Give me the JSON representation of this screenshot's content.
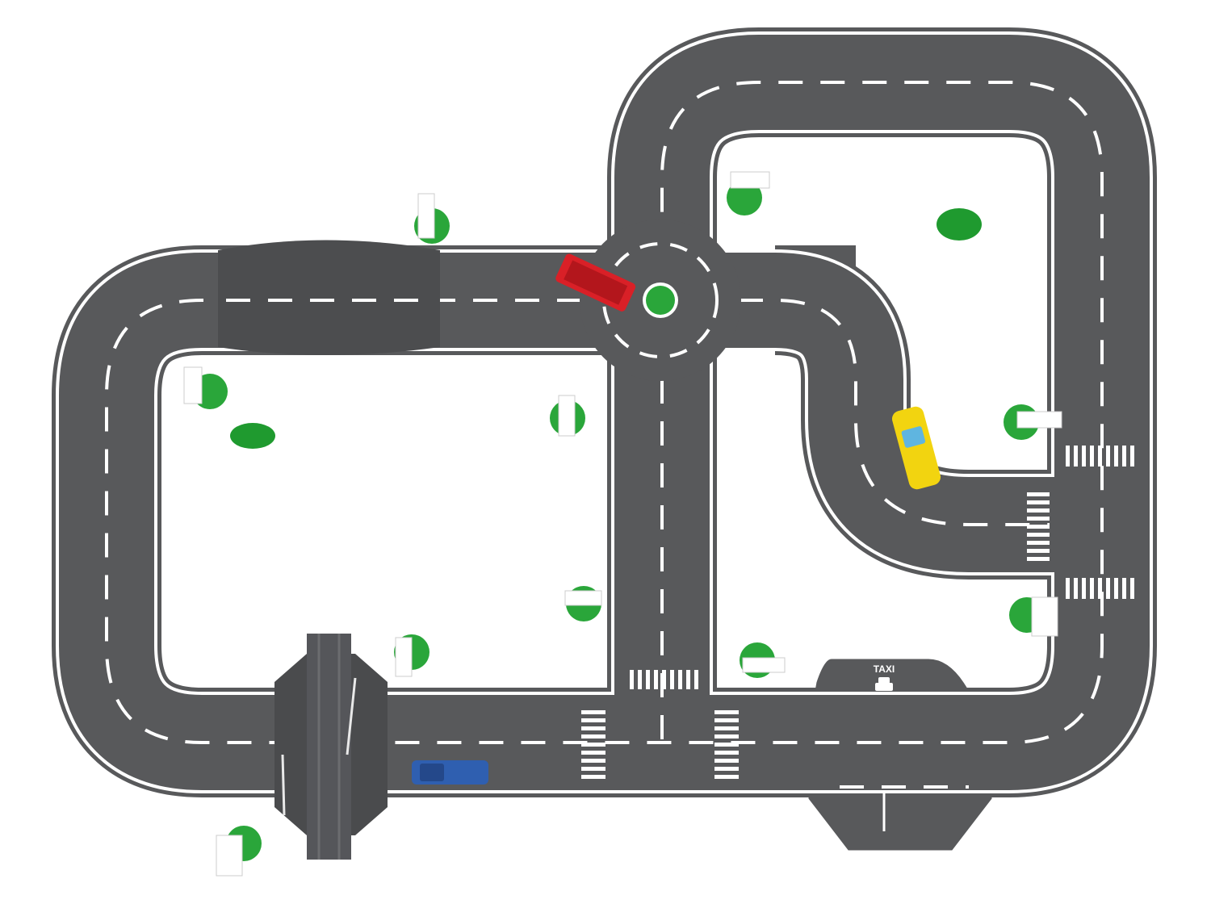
{
  "scene": {
    "taxi_stand_label": "TAXI"
  },
  "colors": {
    "road": "#58595b",
    "road_marking": "#ffffff",
    "tree": "#1f9a2f",
    "bus": "#d92027",
    "taxi": "#f2d410",
    "car": "#2f5fb0",
    "rail": "#4a4b4d"
  },
  "objects": {
    "vehicles": [
      "bus-icon",
      "taxi-car-icon",
      "blue-car-icon"
    ],
    "signs": 11,
    "trees": 2
  }
}
